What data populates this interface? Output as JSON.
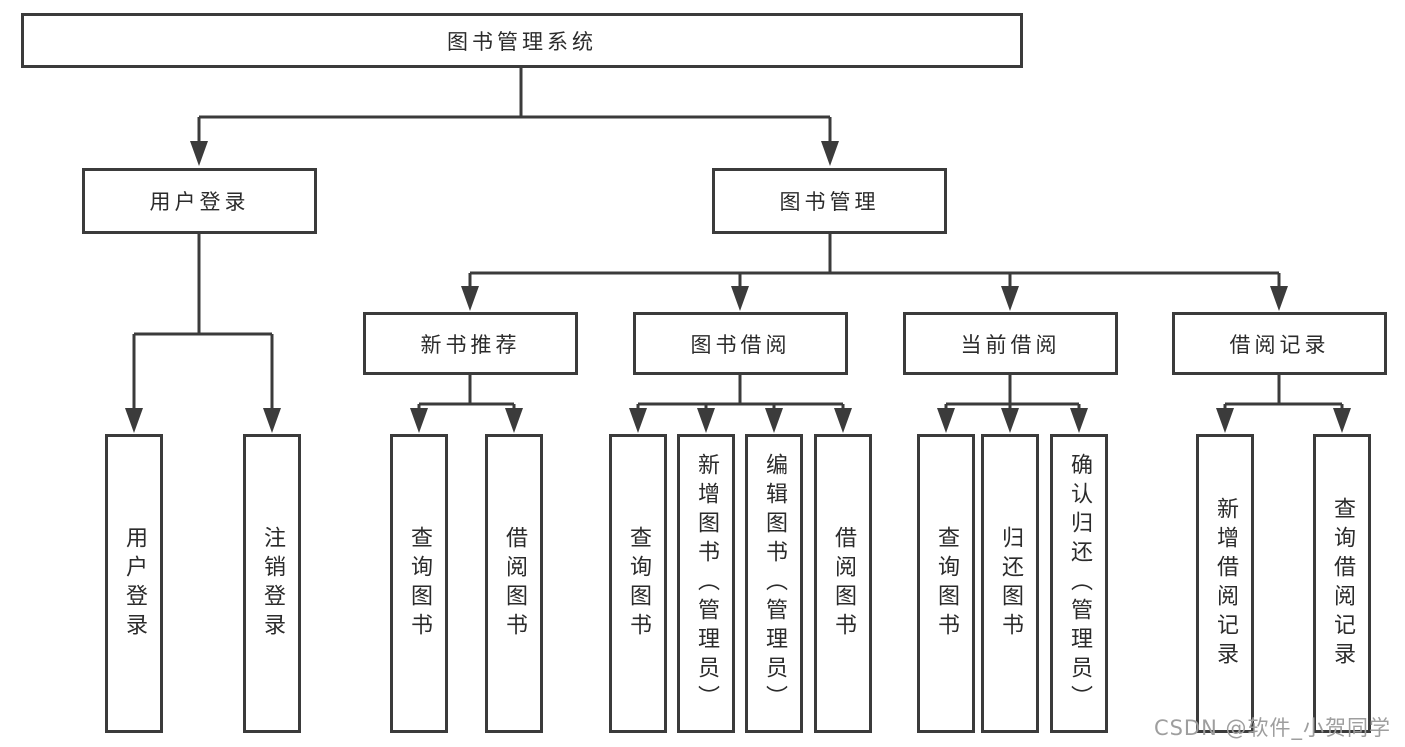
{
  "diagram": {
    "type": "hierarchy-tree",
    "root": {
      "id": "library-system",
      "label": "图书管理系统"
    },
    "level2": [
      {
        "id": "user-login",
        "label": "用户登录",
        "parent": "图书管理系统"
      },
      {
        "id": "book-management",
        "label": "图书管理",
        "parent": "图书管理系统"
      }
    ],
    "level3": [
      {
        "id": "new-book-recommendation",
        "label": "新书推荐",
        "parent": "图书管理"
      },
      {
        "id": "book-borrowing",
        "label": "图书借阅",
        "parent": "图书管理"
      },
      {
        "id": "current-borrowing",
        "label": "当前借阅",
        "parent": "图书管理"
      },
      {
        "id": "borrowing-records",
        "label": "借阅记录",
        "parent": "图书管理"
      }
    ],
    "leaves": [
      {
        "id": "user-login-action",
        "label": "用户登录",
        "parent": "用户登录"
      },
      {
        "id": "logout-action",
        "label": "注销登录",
        "parent": "用户登录"
      },
      {
        "id": "query-books-recommend",
        "label": "查询图书",
        "parent": "新书推荐"
      },
      {
        "id": "borrow-books-recommend",
        "label": "借阅图书",
        "parent": "新书推荐"
      },
      {
        "id": "query-books-borrowing",
        "label": "查询图书",
        "parent": "图书借阅"
      },
      {
        "id": "add-books-admin",
        "label": "新增图书（管理员）",
        "parent": "图书借阅"
      },
      {
        "id": "edit-books-admin",
        "label": "编辑图书（管理员）",
        "parent": "图书借阅"
      },
      {
        "id": "borrow-books-borrowing",
        "label": "借阅图书",
        "parent": "图书借阅"
      },
      {
        "id": "query-books-current",
        "label": "查询图书",
        "parent": "当前借阅"
      },
      {
        "id": "return-books",
        "label": "归还图书",
        "parent": "当前借阅"
      },
      {
        "id": "confirm-return-admin",
        "label": "确认归还（管理员）",
        "parent": "当前借阅"
      },
      {
        "id": "add-borrowing-record",
        "label": "新增借阅记录",
        "parent": "借阅记录"
      },
      {
        "id": "query-borrowing-record",
        "label": "查询借阅记录",
        "parent": "借阅记录"
      }
    ]
  },
  "watermark": {
    "text": "CSDN @软件_小贺同学",
    "color": "#9e9e9e"
  },
  "colors": {
    "background": "#ffffff",
    "box_border": "#3b3b3b",
    "connector_line": "#3b3b3b",
    "text": "#2b2b2b"
  }
}
